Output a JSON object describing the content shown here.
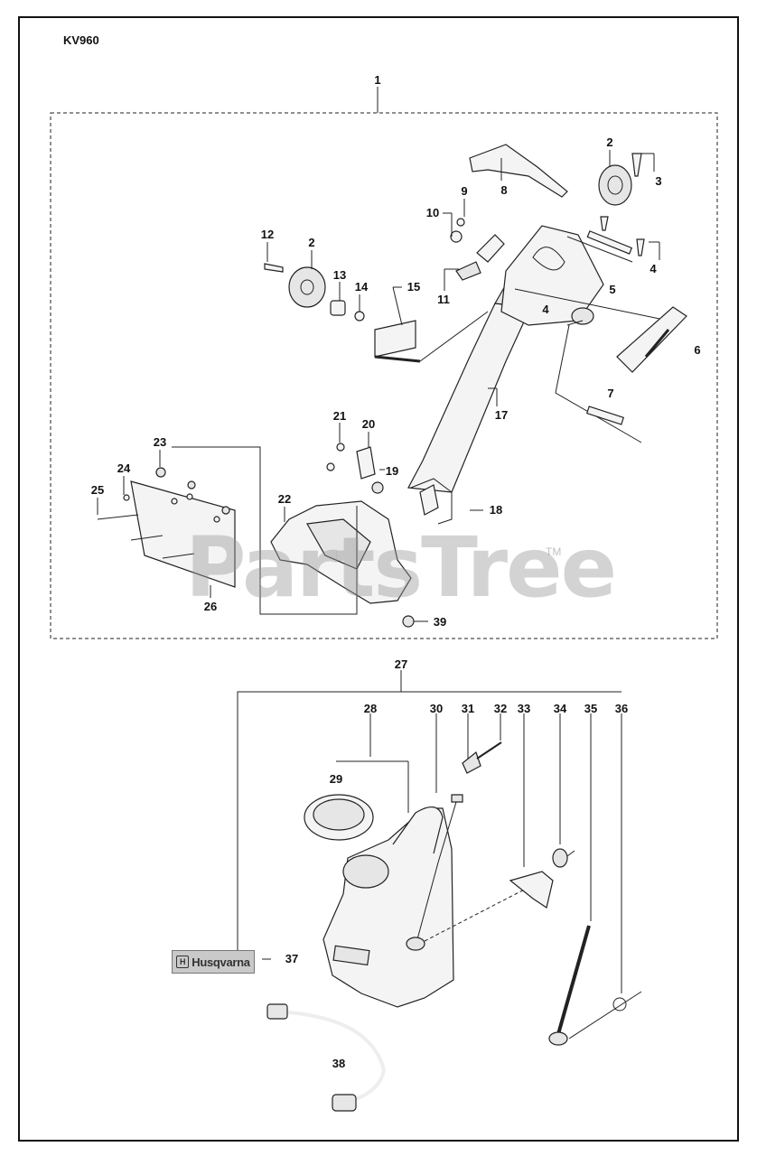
{
  "model": "KV960",
  "watermark": "PartsTree",
  "watermark_tm": "TM",
  "brand_label": "Husqvarna",
  "callouts": [
    "1",
    "2",
    "3",
    "4",
    "5",
    "6",
    "7",
    "8",
    "9",
    "10",
    "11",
    "12",
    "13",
    "14",
    "15",
    "17",
    "18",
    "19",
    "20",
    "21",
    "22",
    "23",
    "24",
    "25",
    "26",
    "27",
    "28",
    "29",
    "30",
    "31",
    "32",
    "33",
    "34",
    "35",
    "36",
    "37",
    "38",
    "39"
  ]
}
